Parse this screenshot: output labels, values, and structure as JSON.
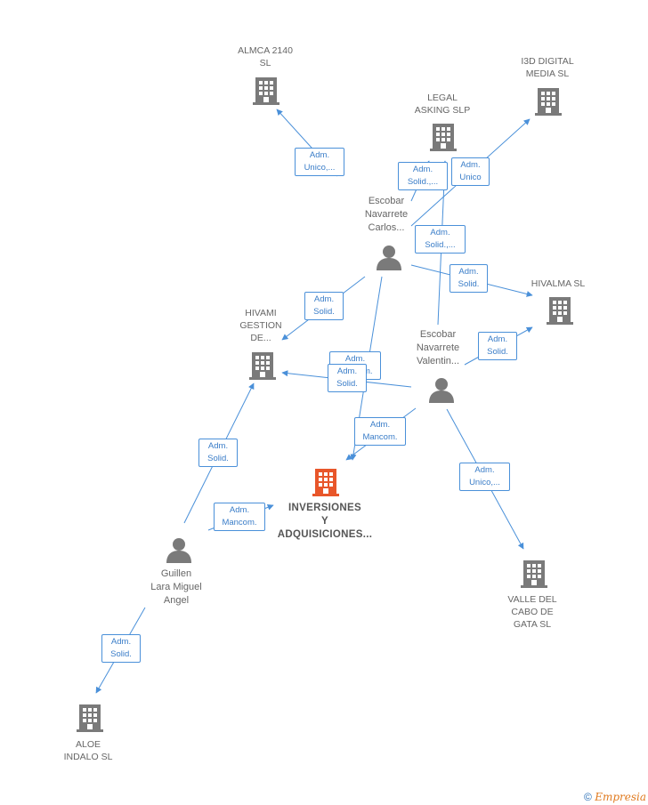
{
  "colors": {
    "edge": "#4a90d9",
    "node": "#7a7a7a",
    "main_node": "#e8562a",
    "label": "#666666"
  },
  "nodes": [
    {
      "id": "almca",
      "type": "company",
      "label": "ALMCA 2140\nSL"
    },
    {
      "id": "i3d",
      "type": "company",
      "label": "I3D DIGITAL\nMEDIA  SL"
    },
    {
      "id": "legal",
      "type": "company",
      "label": "LEGAL\nASKING SLP"
    },
    {
      "id": "hivalma",
      "type": "company",
      "label": "HIVALMA  SL"
    },
    {
      "id": "hivami",
      "type": "company",
      "label": "HIVAMI\nGESTION\nDE..."
    },
    {
      "id": "inversiones",
      "type": "main",
      "label": "INVERSIONES\nY\nADQUISICIONES..."
    },
    {
      "id": "valle",
      "type": "company",
      "label": "VALLE DEL\nCABO DE\nGATA  SL"
    },
    {
      "id": "aloe",
      "type": "company",
      "label": "ALOE\nINDALO  SL"
    },
    {
      "id": "carlos",
      "type": "person",
      "label": "Escobar\nNavarrete\nCarlos..."
    },
    {
      "id": "valentin",
      "type": "person",
      "label": "Escobar\nNavarrete\nValentin..."
    },
    {
      "id": "guillen",
      "type": "person",
      "label": "Guillen\nLara Miguel\nAngel"
    }
  ],
  "relations": [
    {
      "id": "r1",
      "label": "Adm.\nUnico,..."
    },
    {
      "id": "r2",
      "label": "Adm.\nSolid.,..."
    },
    {
      "id": "r3",
      "label": "Adm.\nUnico"
    },
    {
      "id": "r4",
      "label": "Adm.\nSolid.,..."
    },
    {
      "id": "r5",
      "label": "Adm.\nSolid."
    },
    {
      "id": "r6",
      "label": "Adm.\nSolid."
    },
    {
      "id": "r7",
      "label": "Adm.\nSolid."
    },
    {
      "id": "r8",
      "label": "Adm.\nMancom."
    },
    {
      "id": "r9",
      "label": "Adm.\nSolid."
    },
    {
      "id": "r10",
      "label": "Adm.\nSolid."
    },
    {
      "id": "r11",
      "label": "Adm.\nUnico,..."
    },
    {
      "id": "r12",
      "label": "Adm.\nSolid."
    },
    {
      "id": "r13",
      "label": "Adm.\nMancom."
    },
    {
      "id": "r14",
      "label": "Adm.\nSolid."
    }
  ],
  "footer": {
    "copyright": "©",
    "brand": "Empresia"
  }
}
